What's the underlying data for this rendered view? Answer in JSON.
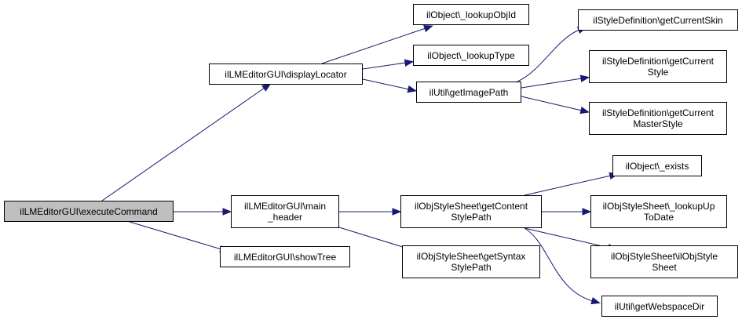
{
  "colors": {
    "edge": "#191970",
    "root_fill": "#bfbfbf",
    "node_fill": "#ffffff",
    "border": "#000000"
  },
  "nodes": {
    "executeCommand": [
      "ilLMEditorGUI\\executeCommand"
    ],
    "displayLocator": [
      "ilLMEditorGUI\\displayLocator"
    ],
    "mainHeader": [
      "ilLMEditorGUI\\main",
      "_header"
    ],
    "showTree": [
      "ilLMEditorGUI\\showTree"
    ],
    "lookupObjId": [
      "ilObject\\_lookupObjId"
    ],
    "lookupType": [
      "ilObject\\_lookupType"
    ],
    "getImagePath": [
      "ilUtil\\getImagePath"
    ],
    "getCurrentSkin": [
      "ilStyleDefinition\\getCurrentSkin"
    ],
    "getCurrentStyle": [
      "ilStyleDefinition\\getCurrent",
      "Style"
    ],
    "getCurrentMasterStyle": [
      "ilStyleDefinition\\getCurrent",
      "MasterStyle"
    ],
    "getContentStylePath": [
      "ilObjStyleSheet\\getContent",
      "StylePath"
    ],
    "getSyntaxStylePath": [
      "ilObjStyleSheet\\getSyntax",
      "StylePath"
    ],
    "exists": [
      "ilObject\\_exists"
    ],
    "lookupUpToDate": [
      "ilObjStyleSheet\\_lookupUp",
      "ToDate"
    ],
    "ilObjStyleSheet": [
      "ilObjStyleSheet\\ilObjStyle",
      "Sheet"
    ],
    "getWebspaceDir": [
      "ilUtil\\getWebspaceDir"
    ]
  },
  "edges": [
    [
      "executeCommand",
      "displayLocator"
    ],
    [
      "executeCommand",
      "mainHeader"
    ],
    [
      "executeCommand",
      "showTree"
    ],
    [
      "displayLocator",
      "lookupObjId"
    ],
    [
      "displayLocator",
      "lookupType"
    ],
    [
      "displayLocator",
      "getImagePath"
    ],
    [
      "getImagePath",
      "getCurrentSkin"
    ],
    [
      "getImagePath",
      "getCurrentStyle"
    ],
    [
      "getImagePath",
      "getCurrentMasterStyle"
    ],
    [
      "mainHeader",
      "getContentStylePath"
    ],
    [
      "mainHeader",
      "getSyntaxStylePath"
    ],
    [
      "getContentStylePath",
      "exists"
    ],
    [
      "getContentStylePath",
      "lookupUpToDate"
    ],
    [
      "getContentStylePath",
      "ilObjStyleSheet"
    ],
    [
      "getContentStylePath",
      "getWebspaceDir"
    ]
  ]
}
